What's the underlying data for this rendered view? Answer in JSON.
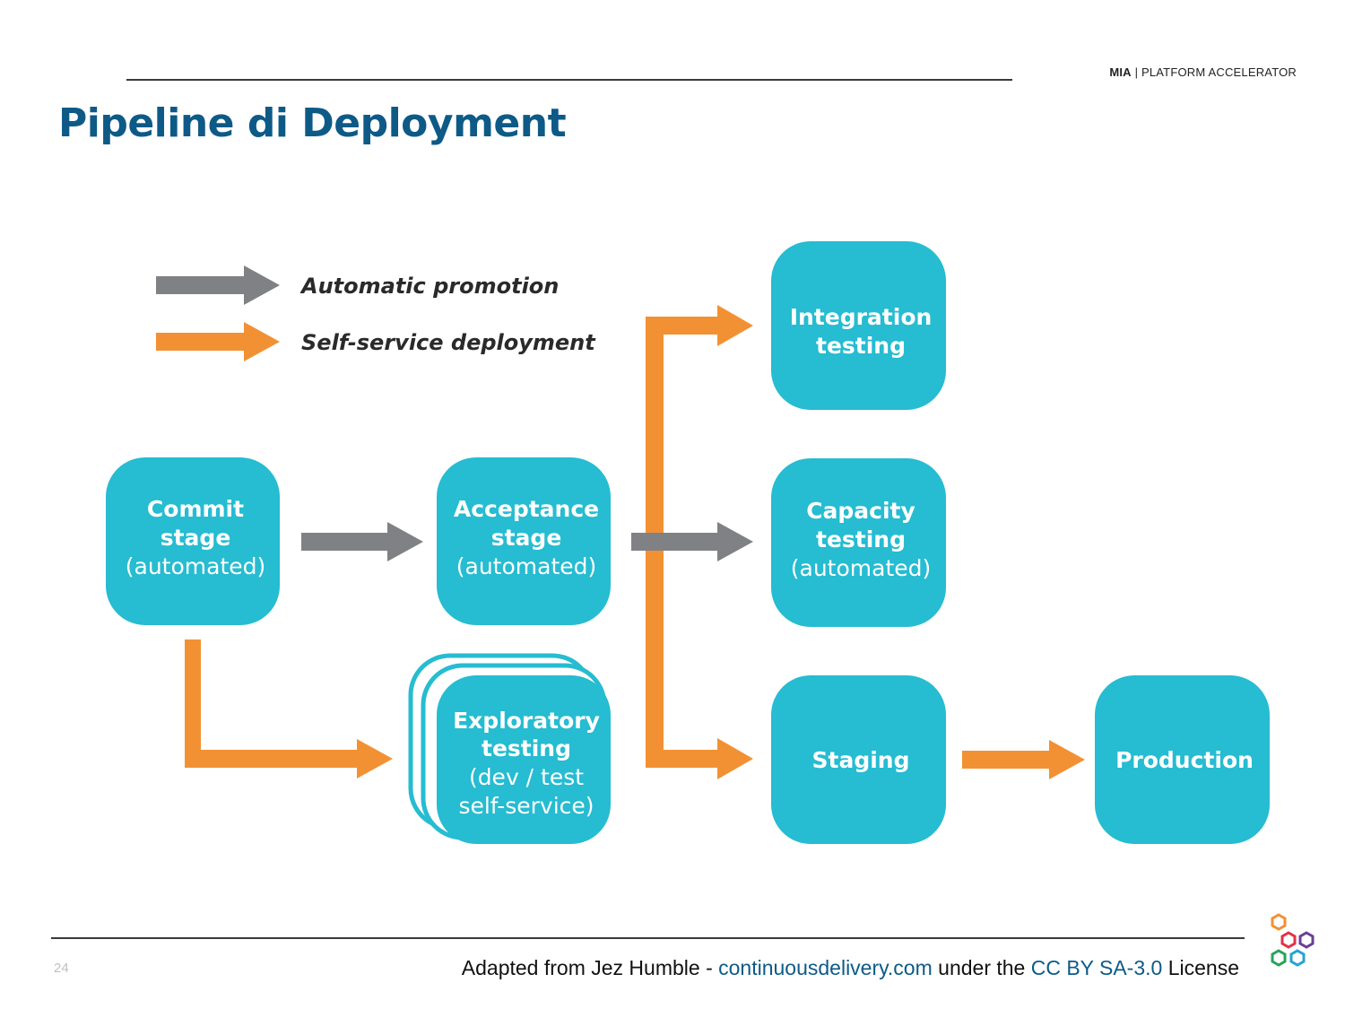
{
  "header": {
    "brand_bold": "MIA",
    "brand_rest": " | PLATFORM ACCELERATOR",
    "title": "Pipeline di Deployment"
  },
  "legend": {
    "automatic": "Automatic promotion",
    "selfservice": "Self-service deployment"
  },
  "nodes": {
    "commit": {
      "line1": "Commit",
      "line2": "stage",
      "line3": "(automated)"
    },
    "acceptance": {
      "line1": "Acceptance",
      "line2": "stage",
      "line3": "(automated)"
    },
    "exploratory": {
      "line1": "Exploratory",
      "line2": "testing",
      "line3": "(dev / test",
      "line4": "self-service)"
    },
    "integration": {
      "line1": "Integration",
      "line2": "testing"
    },
    "capacity": {
      "line1": "Capacity",
      "line2": "testing",
      "line3": "(automated)"
    },
    "staging": {
      "line1": "Staging"
    },
    "production": {
      "line1": "Production"
    }
  },
  "footer": {
    "page": "24",
    "prefix": "Adapted from Jez Humble - ",
    "link1": "continuousdelivery.com",
    "middle": " under the ",
    "link2": "CC BY SA-3.0",
    "suffix": " License"
  },
  "colors": {
    "title": "#0d5a87",
    "box": "#26bcd1",
    "gray_arrow": "#808184",
    "orange_arrow": "#f29133"
  }
}
